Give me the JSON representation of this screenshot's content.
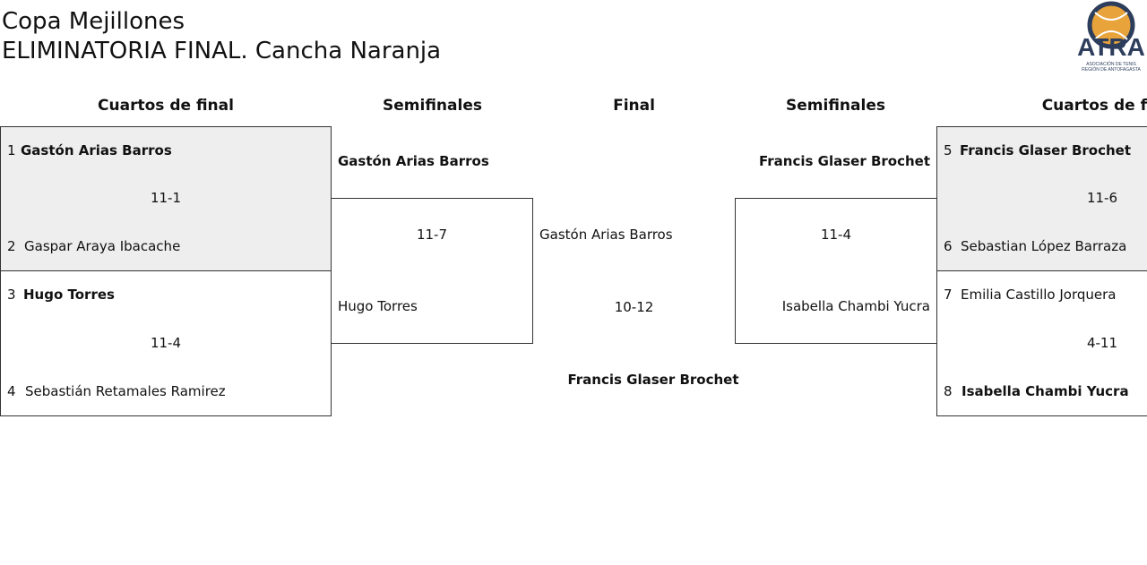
{
  "header": {
    "title_line1": "Copa Mejillones",
    "title_line2": "ELIMINATORIA FINAL. Cancha Naranja"
  },
  "logo": {
    "text": "ATRA",
    "subtext_line1": "ASOCIACIÓN DE TENIS",
    "subtext_line2": "REGIÓN DE ANTOFAGASTA",
    "colors": {
      "navy": "#2d3d5c",
      "orange": "#e8a33a"
    }
  },
  "columns": {
    "left_quarters": "Cuartos de final",
    "left_semis": "Semifinales",
    "final": "Final",
    "right_semis": "Semifinales",
    "right_quarters": "Cuartos de fin"
  },
  "left_quarters": [
    {
      "p1": {
        "seed": "1",
        "name": "Gastón Arias Barros",
        "winner": true
      },
      "score": "11-1",
      "p2": {
        "seed": "2",
        "name": "Gaspar Araya Ibacache",
        "winner": false
      }
    },
    {
      "p1": {
        "seed": "3",
        "name": "Hugo Torres",
        "winner": true
      },
      "score": "11-4",
      "p2": {
        "seed": "4",
        "name": "Sebastián Retamales Ramirez",
        "winner": false
      }
    }
  ],
  "left_semi": {
    "winner": "Gastón Arias Barros",
    "score": "11-7",
    "p2": "Hugo Torres"
  },
  "final": {
    "p1": "Gastón Arias Barros",
    "score": "10-12",
    "champion": "Francis Glaser Brochet"
  },
  "right_semi": {
    "winner": "Francis Glaser Brochet",
    "score": "11-4",
    "p2": "Isabella Chambi Yucra"
  },
  "right_quarters": [
    {
      "p1": {
        "seed": "5",
        "name": "Francis Glaser Brochet",
        "winner": true
      },
      "score": "11-6",
      "p2": {
        "seed": "6",
        "name": "Sebastian López Barraza",
        "winner": false
      }
    },
    {
      "p1": {
        "seed": "7",
        "name": "Emilia Castillo Jorquera",
        "winner": false
      },
      "score": "4-11",
      "p2": {
        "seed": "8",
        "name": "Isabella Chambi Yucra",
        "winner": true
      }
    }
  ]
}
